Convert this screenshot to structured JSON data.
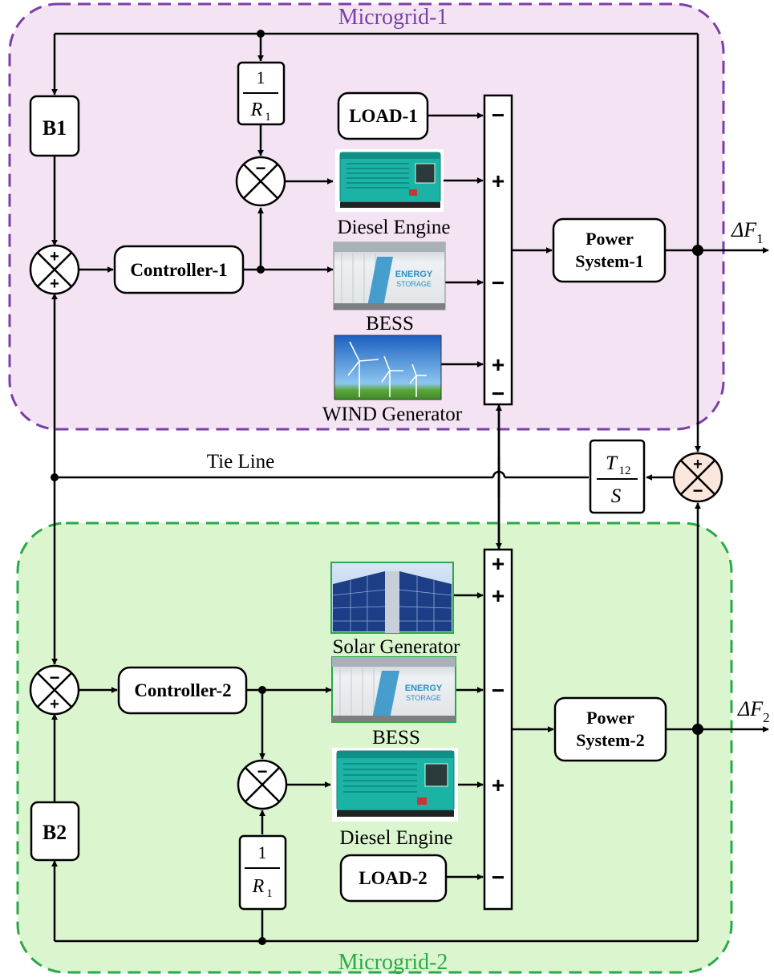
{
  "colors": {
    "microgrid1_fill": "#f4e4f3",
    "microgrid1_border": "#7a3fa8",
    "microgrid2_fill": "#dbf6cf",
    "microgrid2_border": "#2ba84a",
    "diesel_teal": "#1bb3a6",
    "bess_blue": "#2a8fc7",
    "sky_blue": "#2e78d0",
    "solar_panel": "#1d3e86",
    "sum_fill2": "#fbe7dc"
  },
  "microgrid1": {
    "title": "Microgrid-1",
    "bias_block": "B1",
    "droop": {
      "numerator": "1",
      "denominator": "R",
      "subscript": "1"
    },
    "controller": "Controller-1",
    "load": "LOAD-1",
    "diesel_label": "Diesel Engine",
    "bess_label": "BESS",
    "wind_label": "WIND Generator",
    "power_system": [
      "Power",
      "System-1"
    ],
    "output": {
      "symbol": "ΔF",
      "subscript": "1"
    },
    "aggregator_signs": [
      "−",
      "+",
      "−",
      "+",
      "−"
    ]
  },
  "microgrid2": {
    "title": "Microgrid-2",
    "bias_block": "B2",
    "droop": {
      "numerator": "1",
      "denominator": "R",
      "subscript": "1"
    },
    "controller": "Controller-2",
    "load": "LOAD-2",
    "diesel_label": "Diesel Engine",
    "bess_label": "BESS",
    "solar_label": "Solar Generator",
    "power_system": [
      "Power",
      "System-2"
    ],
    "output": {
      "symbol": "ΔF",
      "subscript": "2"
    },
    "aggregator_signs": [
      "+",
      "+",
      "−",
      "+",
      "−"
    ]
  },
  "tie_line": {
    "label": "Tie Line",
    "block": {
      "numerator": "T",
      "subscript": "12",
      "denominator": "S"
    }
  },
  "sum_signs": {
    "sum1": [
      "+",
      "+"
    ],
    "droop1": [
      "−"
    ],
    "tie": [
      "+",
      "−"
    ],
    "sum2": [
      "−",
      "+"
    ],
    "droop2": [
      "−"
    ]
  },
  "bess_graphic_text": [
    "ENERGY",
    "STORAGE"
  ]
}
